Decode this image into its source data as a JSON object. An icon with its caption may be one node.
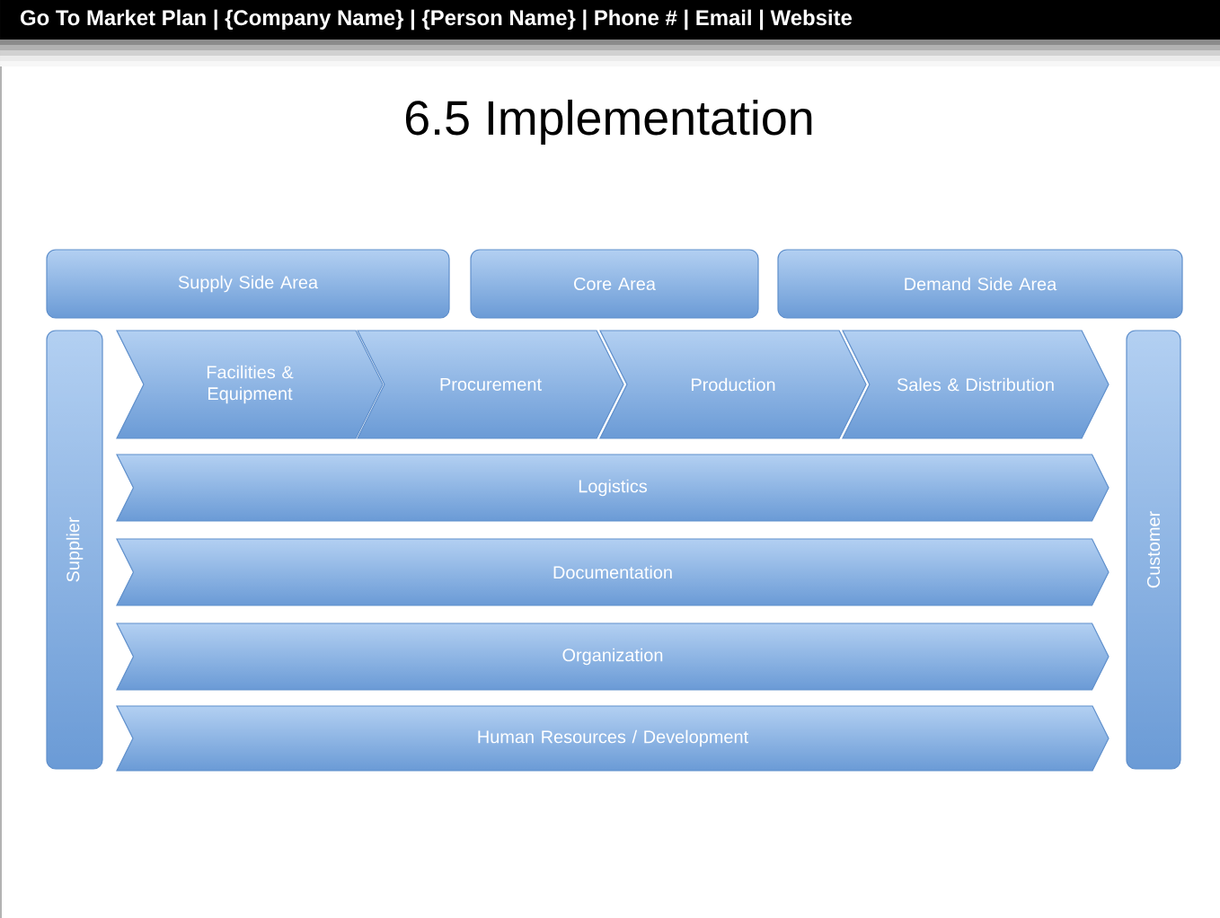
{
  "diagram": {
    "title": "6.5 Implementation",
    "nodes": [
      {
        "text": [
          "Supply Side Area"
        ]
      },
      {
        "text": [
          "Core Area"
        ]
      },
      {
        "text": [
          "Demand Side Area"
        ]
      },
      {
        "text": [
          "Supplier"
        ]
      },
      {
        "text": [
          "Facilities & Equipment"
        ]
      },
      {
        "text": [
          "Procurement"
        ]
      },
      {
        "text": [
          "Production"
        ]
      },
      {
        "text": [
          "Sales & Distribution"
        ]
      },
      {
        "text": [
          "Logistics"
        ]
      },
      {
        "text": [
          "Documentation"
        ]
      },
      {
        "text": [
          "Organization"
        ]
      },
      {
        "text": [
          "Human Resources / Development"
        ]
      },
      {
        "text": [
          "Customer"
        ]
      }
    ],
    "edges": [],
    "labels": [
      "Go To Market Plan | {Company Name} | {Person Name} | Phone # | Email | Website"
    ]
  }
}
